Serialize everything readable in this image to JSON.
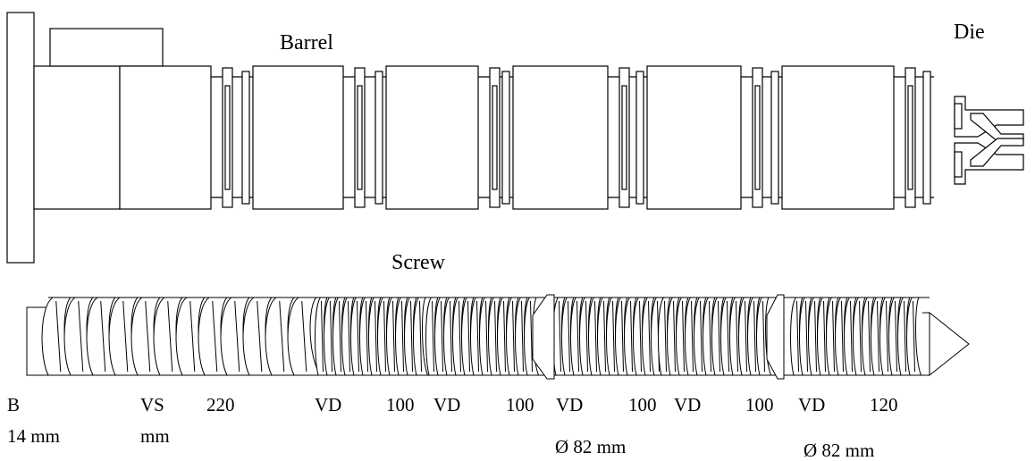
{
  "labels": {
    "barrel": "Barrel",
    "die": "Die",
    "screw": "Screw"
  },
  "screw_labels": {
    "b": "B",
    "b_len": "14 mm",
    "vs": "VS",
    "vs_unit": "mm",
    "n220": "220",
    "vd1": "VD",
    "n100a": "100",
    "vd2": "VD",
    "n100b": "100",
    "vd3": "VD",
    "n100c": "100",
    "vd4": "VD",
    "n100d": "100",
    "vd5": "VD",
    "n120": "120",
    "dia1": "Ø 82 mm",
    "dia2": "Ø 82 mm"
  },
  "colors": {
    "line": "#000000",
    "fill": "#ffffff"
  }
}
